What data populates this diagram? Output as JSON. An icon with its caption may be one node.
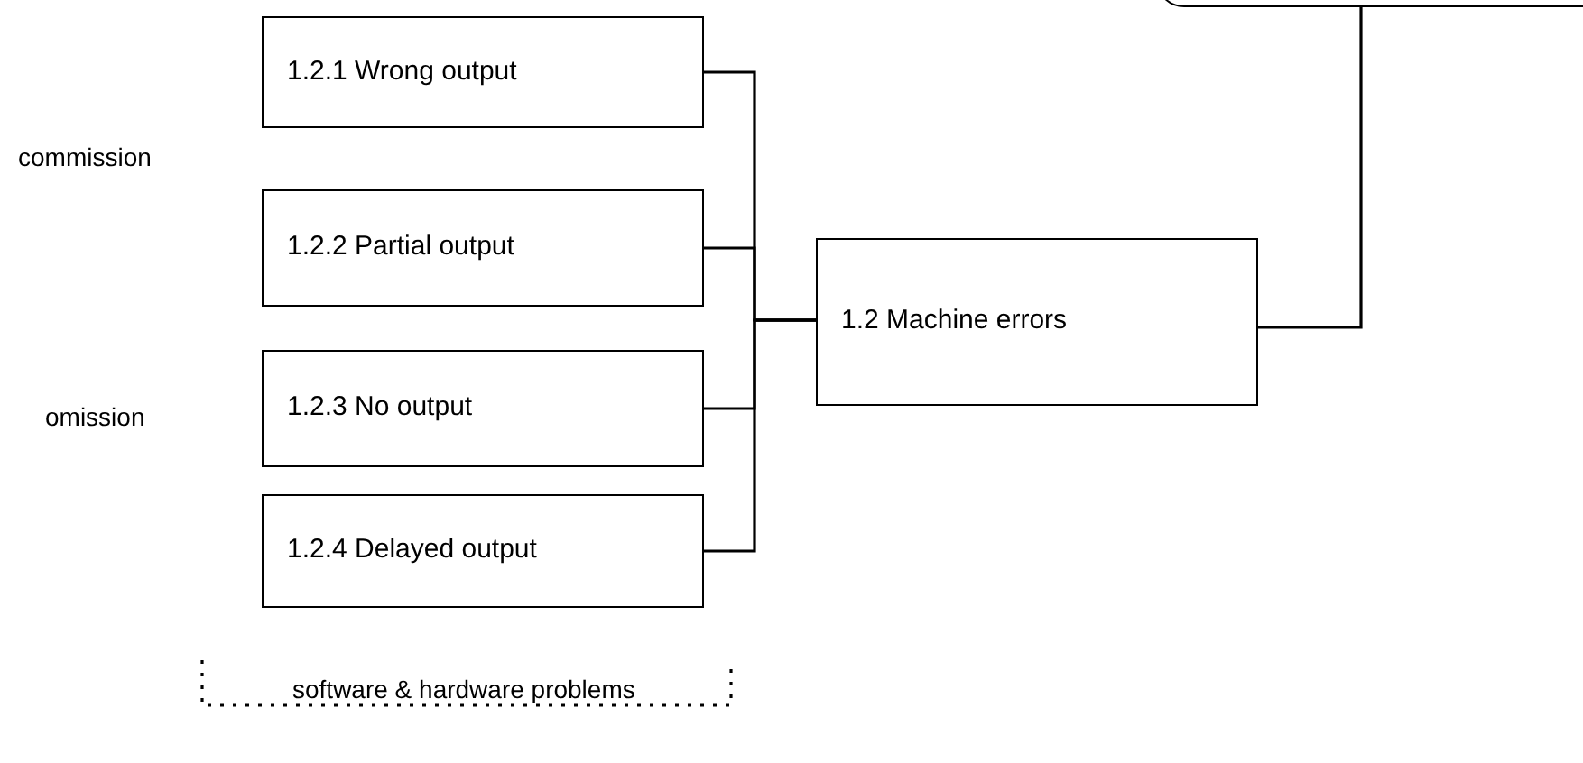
{
  "diagram": {
    "nodes": [
      {
        "text": [
          "1.2.1 Wrong output"
        ]
      },
      {
        "text": [
          "1.2.2 Partial output"
        ]
      },
      {
        "text": [
          "1.2.3 No output"
        ]
      },
      {
        "text": [
          "1.2.4 Delayed output"
        ]
      },
      {
        "text": [
          "1.2 Machine errors"
        ]
      },
      {
        "text": [],
        "shape": "box"
      }
    ],
    "edges": [
      {
        "from": 0,
        "to": 4,
        "arrow": "none"
      },
      {
        "from": 1,
        "to": 4,
        "arrow": "none"
      },
      {
        "from": 2,
        "to": 4,
        "arrow": "none"
      },
      {
        "from": 3,
        "to": 4,
        "arrow": "none"
      },
      {
        "from": 4,
        "to": 5,
        "arrow": "none"
      }
    ],
    "labels": [
      "commission",
      "omission",
      "software & hardware problems"
    ]
  }
}
